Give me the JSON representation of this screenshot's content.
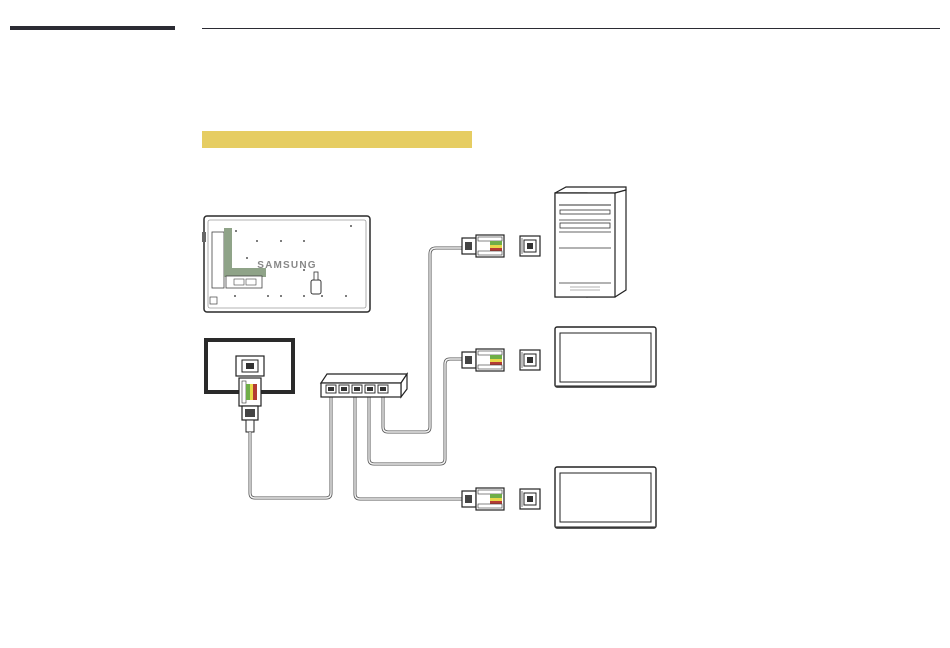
{
  "page": {
    "sidebar_bar_color": "#2b2b33",
    "rule_color": "#2b2b33",
    "highlight_color": "#e6cd62"
  },
  "diagram": {
    "display_brand": "SAMSUNG",
    "nodes": [
      {
        "id": "display-back",
        "icon": "display-back-panel-icon"
      },
      {
        "id": "display-rj45-port",
        "icon": "rj45-port-icon"
      },
      {
        "id": "network-switch",
        "icon": "network-hub-icon",
        "ports": 5
      },
      {
        "id": "pc",
        "icon": "desktop-tower-icon"
      },
      {
        "id": "monitor-1",
        "icon": "display-icon"
      },
      {
        "id": "monitor-2",
        "icon": "display-icon"
      }
    ],
    "connections": [
      {
        "from": "display-rj45-port",
        "to": "network-switch"
      },
      {
        "from": "network-switch",
        "to": "pc"
      },
      {
        "from": "network-switch",
        "to": "monitor-1"
      },
      {
        "from": "network-switch",
        "to": "monitor-2"
      }
    ]
  }
}
